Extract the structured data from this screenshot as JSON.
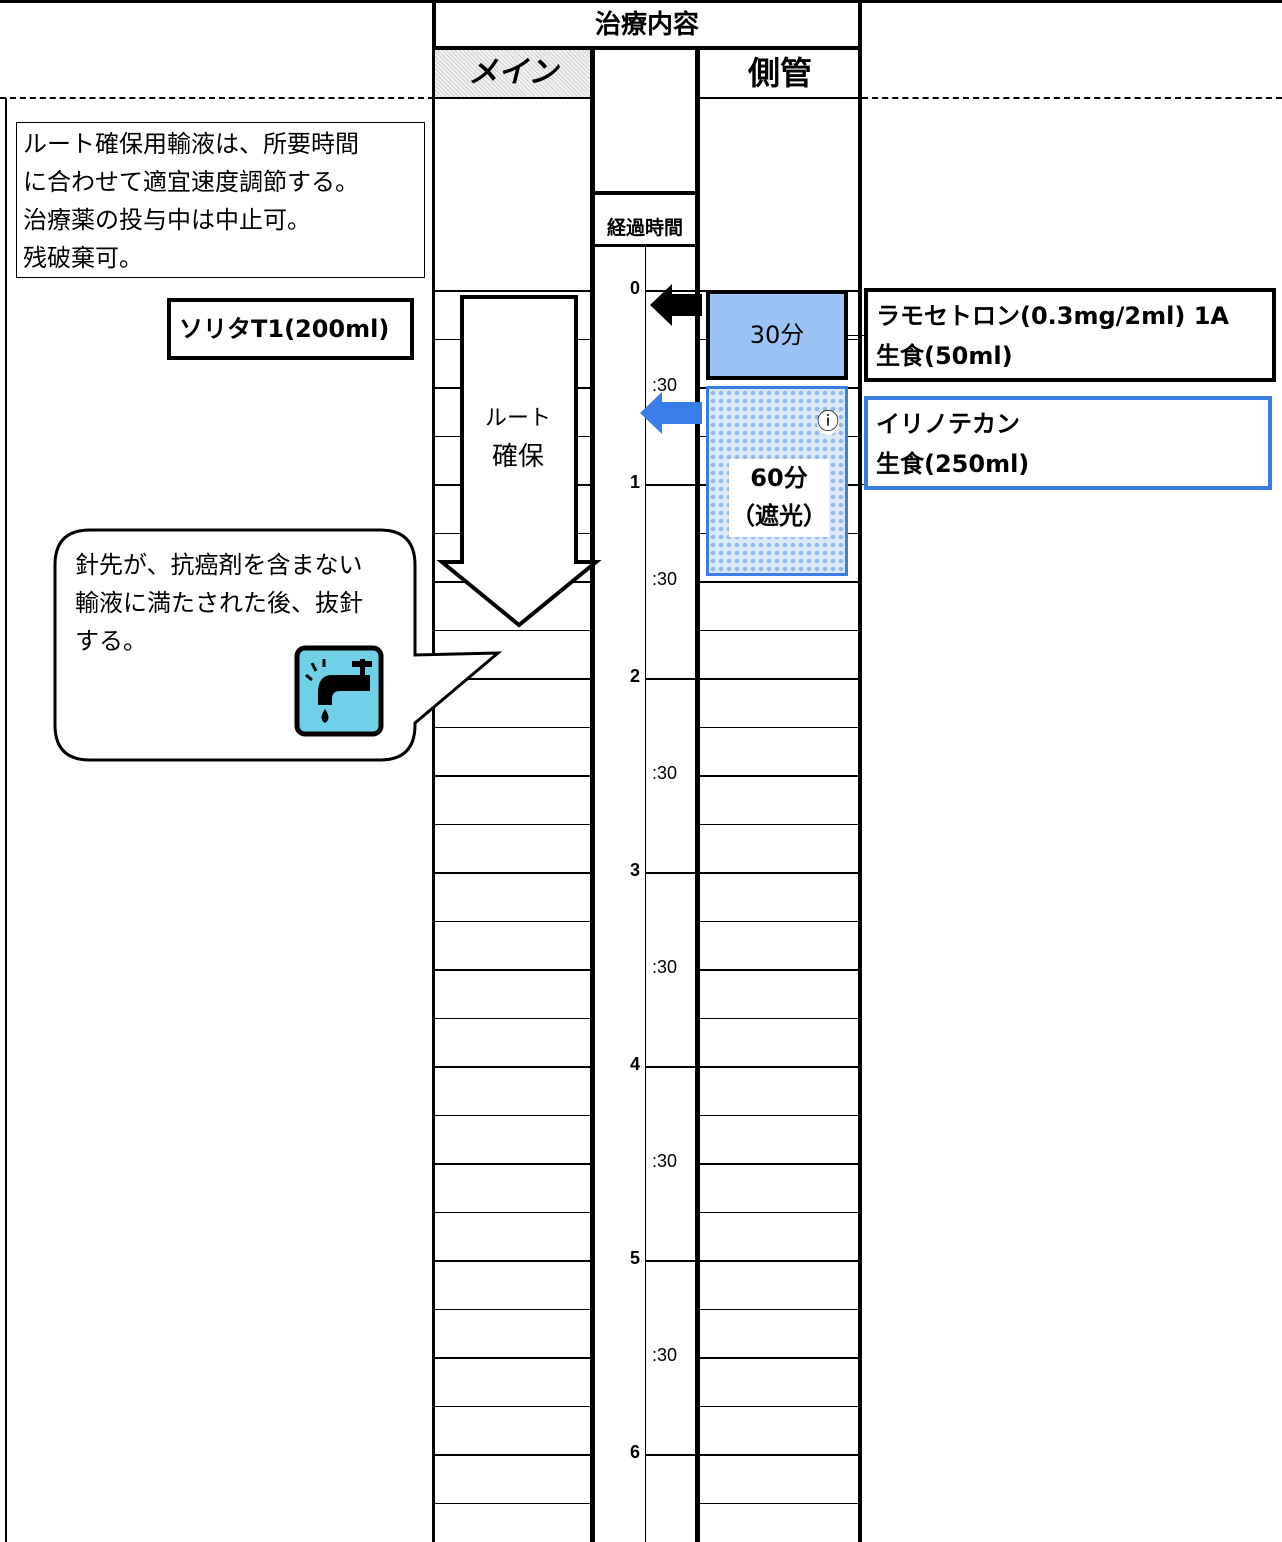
{
  "header": {
    "treatment_title": "治療内容",
    "main_label": "メイン",
    "side_label": "側管",
    "elapsed_label": "経過時間"
  },
  "route_note": {
    "lines": [
      "ルート確保用輸液は、所要時間",
      "に合わせて適宜速度調節する。",
      "治療薬の投与中は中止可。",
      "残破棄可。"
    ]
  },
  "main_drug": {
    "label": "ソリタT1(200ml)"
  },
  "main_arrow": {
    "line1": "ルート",
    "line2": "確保"
  },
  "callout": {
    "lines": [
      "針先が、抗癌剤を含まない",
      "輸液に満たされた後、抜針",
      "する。"
    ],
    "icon": "faucet-icon"
  },
  "timeline": {
    "hour_labels": [
      "0",
      "1",
      "2",
      "3",
      "4",
      "5",
      "6"
    ],
    "half_label": ":30"
  },
  "side_infusions": [
    {
      "duration": "30分",
      "drug_line1": "ラモセトロン(0.3mg/2ml) 1A",
      "drug_line2": "生食(50ml)",
      "color": "#9cc3f5",
      "arrow_color": "#000000"
    },
    {
      "duration_line1": "60分",
      "duration_line2": "（遮光）",
      "drug_line1": "イリノテカン",
      "drug_line2": "生食(250ml)",
      "info_icon": "ⓘ",
      "color": "#3a7de8",
      "arrow_color": "#3a7de8"
    }
  ]
}
